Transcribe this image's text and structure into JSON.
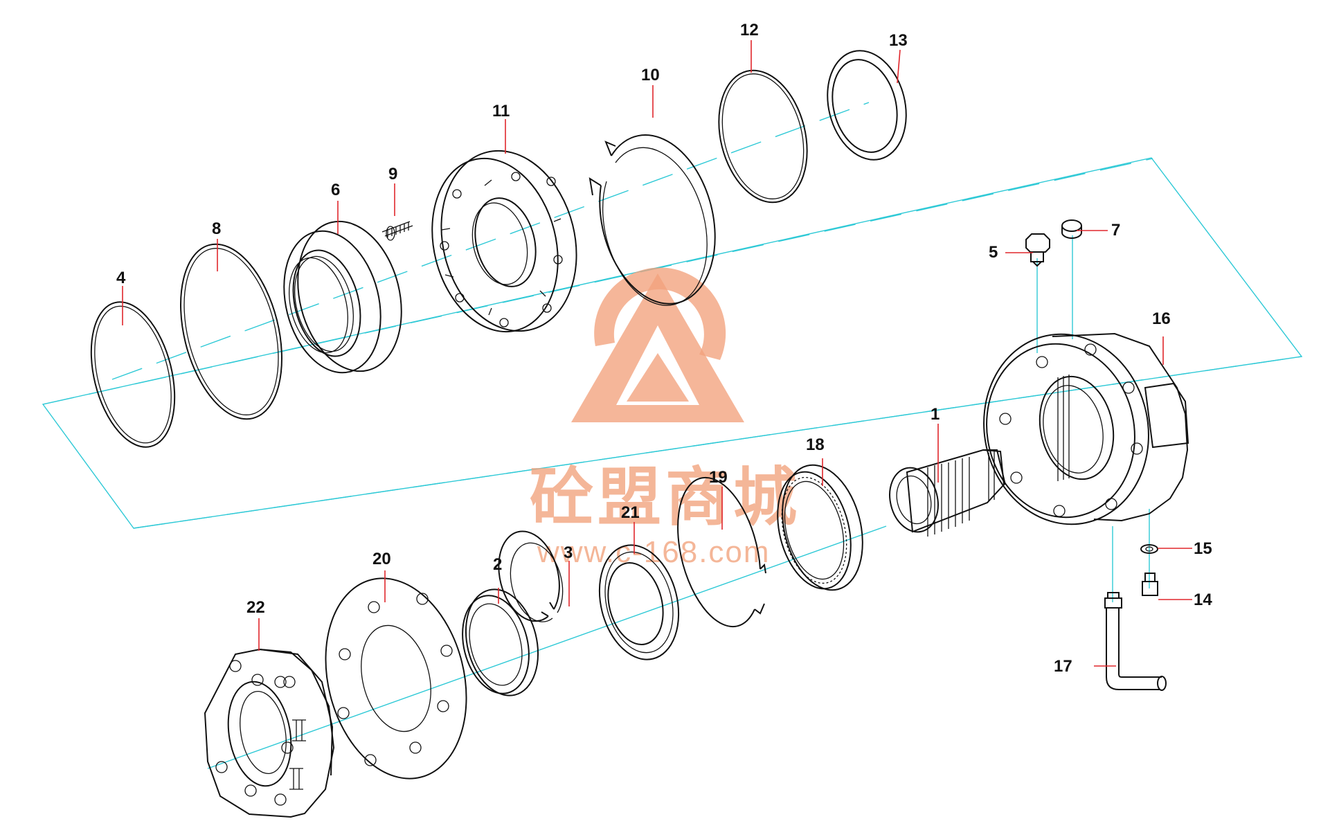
{
  "diagram": {
    "callouts": [
      "1",
      "2",
      "3",
      "4",
      "5",
      "6",
      "7",
      "8",
      "9",
      "10",
      "11",
      "12",
      "13",
      "14",
      "15",
      "16",
      "17",
      "18",
      "19",
      "20",
      "21",
      "22"
    ]
  },
  "watermark": {
    "text": "砼盟商城",
    "url": "www.c-168.com"
  },
  "colors": {
    "axis_lines": "#2ec9d6",
    "leaders": "#e0262b",
    "watermark": "#f2a27c",
    "parts": "#111111"
  }
}
